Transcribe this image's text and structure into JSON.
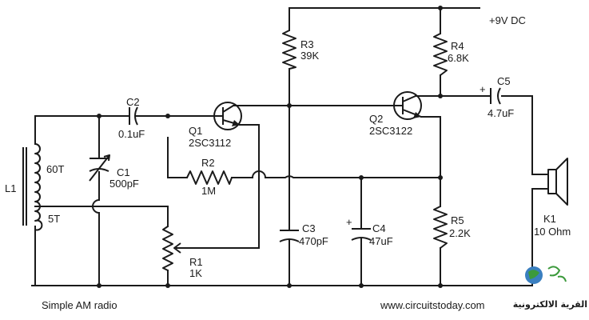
{
  "colors": {
    "ink": "#1a1a1a",
    "logo_globe": "#3a7fc0",
    "logo_leaf": "#3c9a3c"
  },
  "supply": "+9V DC",
  "caption": "Simple AM radio",
  "website": "www.circuitstoday.com",
  "logo_text": "القرية الالكترونية",
  "components": {
    "L1": {
      "ref": "L1",
      "tap_upper": "60T",
      "tap_lower": "5T"
    },
    "C1": {
      "ref": "C1",
      "value": "500pF"
    },
    "C2": {
      "ref": "C2",
      "value": "0.1uF"
    },
    "C3": {
      "ref": "C3",
      "value": "470pF"
    },
    "C4": {
      "ref": "C4",
      "value": "47uF",
      "polarity": "+"
    },
    "C5": {
      "ref": "C5",
      "value": "4.7uF",
      "polarity": "+"
    },
    "R1": {
      "ref": "R1",
      "value": "1K"
    },
    "R2": {
      "ref": "R2",
      "value": "1M"
    },
    "R3": {
      "ref": "R3",
      "value": "39K"
    },
    "R4": {
      "ref": "R4",
      "value": "6.8K"
    },
    "R5": {
      "ref": "R5",
      "value": "2.2K"
    },
    "Q1": {
      "ref": "Q1",
      "part": "2SC3112"
    },
    "Q2": {
      "ref": "Q2",
      "part": "2SC3122"
    },
    "K1": {
      "ref": "K1",
      "value": "10 Ohm"
    }
  }
}
